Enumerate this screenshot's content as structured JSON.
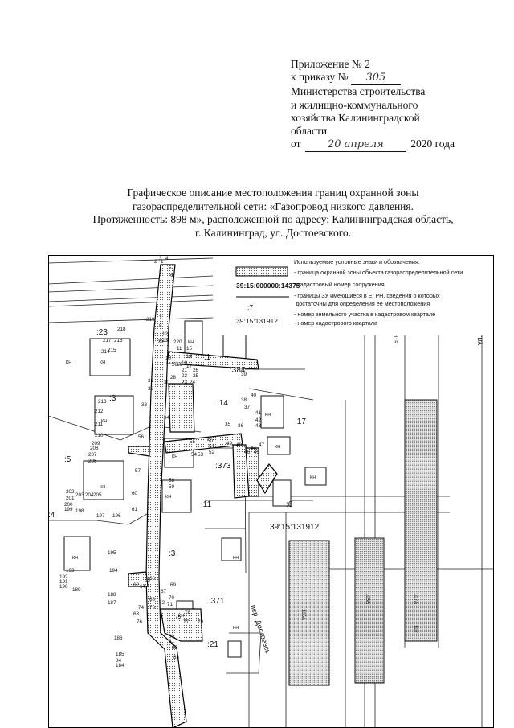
{
  "appendix": {
    "line1": "Приложение № 2",
    "order_prefix": "к приказу №",
    "order_number": "305",
    "ministry_line1": "Министерства строительства",
    "ministry_line2": "и жилищно-коммунального",
    "ministry_line3": "хозяйства Калининградской",
    "ministry_line4": "области",
    "date_prefix": "от",
    "date_handwritten": "20 апреля",
    "date_suffix": "2020 года"
  },
  "title": {
    "line1": "Графическое описание местоположения границ охранной зоны",
    "line2": "газораспределительной сети: «Газопровод низкого давления.",
    "line3": "Протяженность: 898 м», расположенной по адресу: Калининградская область,",
    "line4": "г. Калининград, ул. Достоевского."
  },
  "legend": {
    "heading": "Используемые условные знаки и обозначения:",
    "item1": "- граница охранной зоны объекта газораспределительной сети",
    "cad_sample": "39:15:000000:14375",
    "item2": "- кадастровый номер сооружения",
    "plot_sample": ":7",
    "item3a": "- границы ЗУ имеющиеся в ЕГРН, сведения о которых",
    "item3b": "достаточны для определения ее местоположения",
    "quarter_sample": "39:15:131912",
    "item4": "- номер земельного участка в кадастровом квартале",
    "item5": "- номер кадастрового квартала"
  },
  "map": {
    "plots": [
      ":23",
      ":3",
      ":5",
      ":4",
      ":1",
      ":384",
      ":14",
      ":17",
      ":373",
      ":11",
      ":6",
      ":3",
      ":371",
      ":21"
    ],
    "quarter_label": "39:15:131912",
    "street_dostoevskogo": "пер. Достоевск",
    "street_right": "ул. Д...",
    "point_numbers": [
      "1",
      "2",
      "3",
      "4",
      "5",
      "6",
      "7",
      "8",
      "9",
      "10",
      "11",
      "12",
      "13",
      "14",
      "15",
      "17",
      "18",
      "19",
      "20",
      "21",
      "22",
      "23",
      "24",
      "25",
      "26",
      "27",
      "28",
      "29",
      "30",
      "31",
      "32",
      "33",
      "34",
      "35",
      "36",
      "37",
      "38",
      "39",
      "40",
      "41",
      "42",
      "43",
      "44",
      "45",
      "46",
      "47",
      "48",
      "49",
      "50",
      "51",
      "52",
      "53",
      "54",
      "55",
      "56",
      "57",
      "58",
      "59",
      "60",
      "61",
      "62",
      "63",
      "64",
      "65",
      "66",
      "67",
      "68",
      "69",
      "70",
      "71",
      "72",
      "73",
      "74",
      "75",
      "76",
      "77",
      "78",
      "79",
      "80",
      "81",
      "82",
      "83",
      "84",
      "184",
      "185",
      "186",
      "187",
      "188",
      "189",
      "190",
      "191",
      "192",
      "193",
      "194",
      "195",
      "196",
      "197",
      "198",
      "199",
      "200",
      "201",
      "202",
      "203",
      "204",
      "205",
      "206",
      "207",
      "208",
      "209",
      "210",
      "211",
      "212",
      "213",
      "214",
      "215",
      "216",
      "217",
      "218",
      "219",
      "220",
      "221",
      "222"
    ],
    "building_tags": [
      "КН",
      "КН",
      "КН",
      "КН",
      "КН",
      "КН",
      "КН",
      "КН",
      "КН",
      "КН",
      "КН",
      "КН",
      "КН",
      "КН"
    ],
    "road_labels": [
      "115",
      "107А",
      "107",
      "105А",
      "105Б"
    ]
  }
}
